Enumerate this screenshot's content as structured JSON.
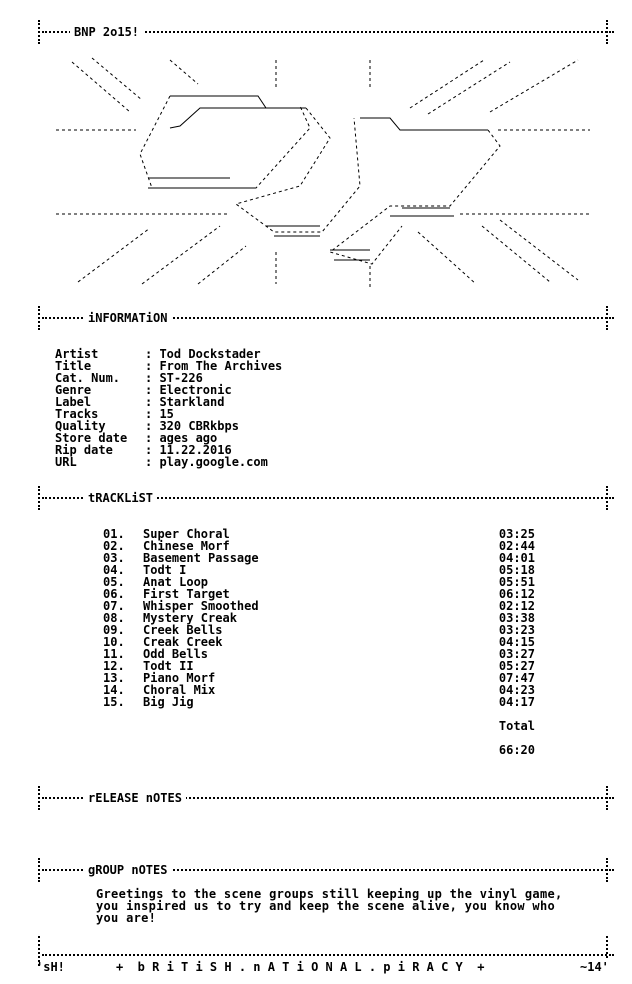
{
  "header": {
    "title": "BNP 2o15!"
  },
  "sections": {
    "information": "iNFORMATiON",
    "tracklist": "tRACKLiST",
    "release_notes": "rELEASE nOTES",
    "group_notes": "gROUP nOTES"
  },
  "information": [
    {
      "key": "Artist",
      "value": ": Tod Dockstader"
    },
    {
      "key": "Title",
      "value": ": From The Archives"
    },
    {
      "key": "Cat. Num.",
      "value": ": ST-226"
    },
    {
      "key": "Genre",
      "value": ": Electronic"
    },
    {
      "key": "Label",
      "value": ": Starkland"
    },
    {
      "key": "Tracks",
      "value": ": 15"
    },
    {
      "key": "Quality",
      "value": ": 320 CBRkbps"
    },
    {
      "key": "Store date",
      "value": ": ages ago"
    },
    {
      "key": "Rip date",
      "value": ": 11.22.2016"
    },
    {
      "key": "URL",
      "value": ": play.google.com"
    }
  ],
  "tracks": [
    {
      "num": "01.",
      "title": "Super Choral",
      "duration": "03:25"
    },
    {
      "num": "02.",
      "title": "Chinese Morf",
      "duration": "02:44"
    },
    {
      "num": "03.",
      "title": "Basement Passage",
      "duration": "04:01"
    },
    {
      "num": "04.",
      "title": "Todt I",
      "duration": "05:18"
    },
    {
      "num": "05.",
      "title": "Anat Loop",
      "duration": "05:51"
    },
    {
      "num": "06.",
      "title": "First Target",
      "duration": "06:12"
    },
    {
      "num": "07.",
      "title": "Whisper Smoothed",
      "duration": "02:12"
    },
    {
      "num": "08.",
      "title": "Mystery Creak",
      "duration": "03:38"
    },
    {
      "num": "09.",
      "title": "Creek Bells",
      "duration": "03:23"
    },
    {
      "num": "10.",
      "title": "Creak Creek",
      "duration": "04:15"
    },
    {
      "num": "11.",
      "title": "Odd Bells",
      "duration": "03:27"
    },
    {
      "num": "12.",
      "title": "Todt II",
      "duration": "05:27"
    },
    {
      "num": "13.",
      "title": "Piano Morf",
      "duration": "07:47"
    },
    {
      "num": "14.",
      "title": "Choral Mix",
      "duration": "04:23"
    },
    {
      "num": "15.",
      "title": "Big Jig",
      "duration": "04:17"
    }
  ],
  "total": {
    "label": "Total",
    "value": "66:20"
  },
  "group_notes": "Greetings to the scene groups still keeping up the vinyl game, you inspired us to try and keep the scene alive, you know who you are!",
  "footer": {
    "left": "'sH!",
    "center": "+  b R i T i S H . n A T i O N A L . p i R A C Y  +",
    "right": "~14'"
  }
}
